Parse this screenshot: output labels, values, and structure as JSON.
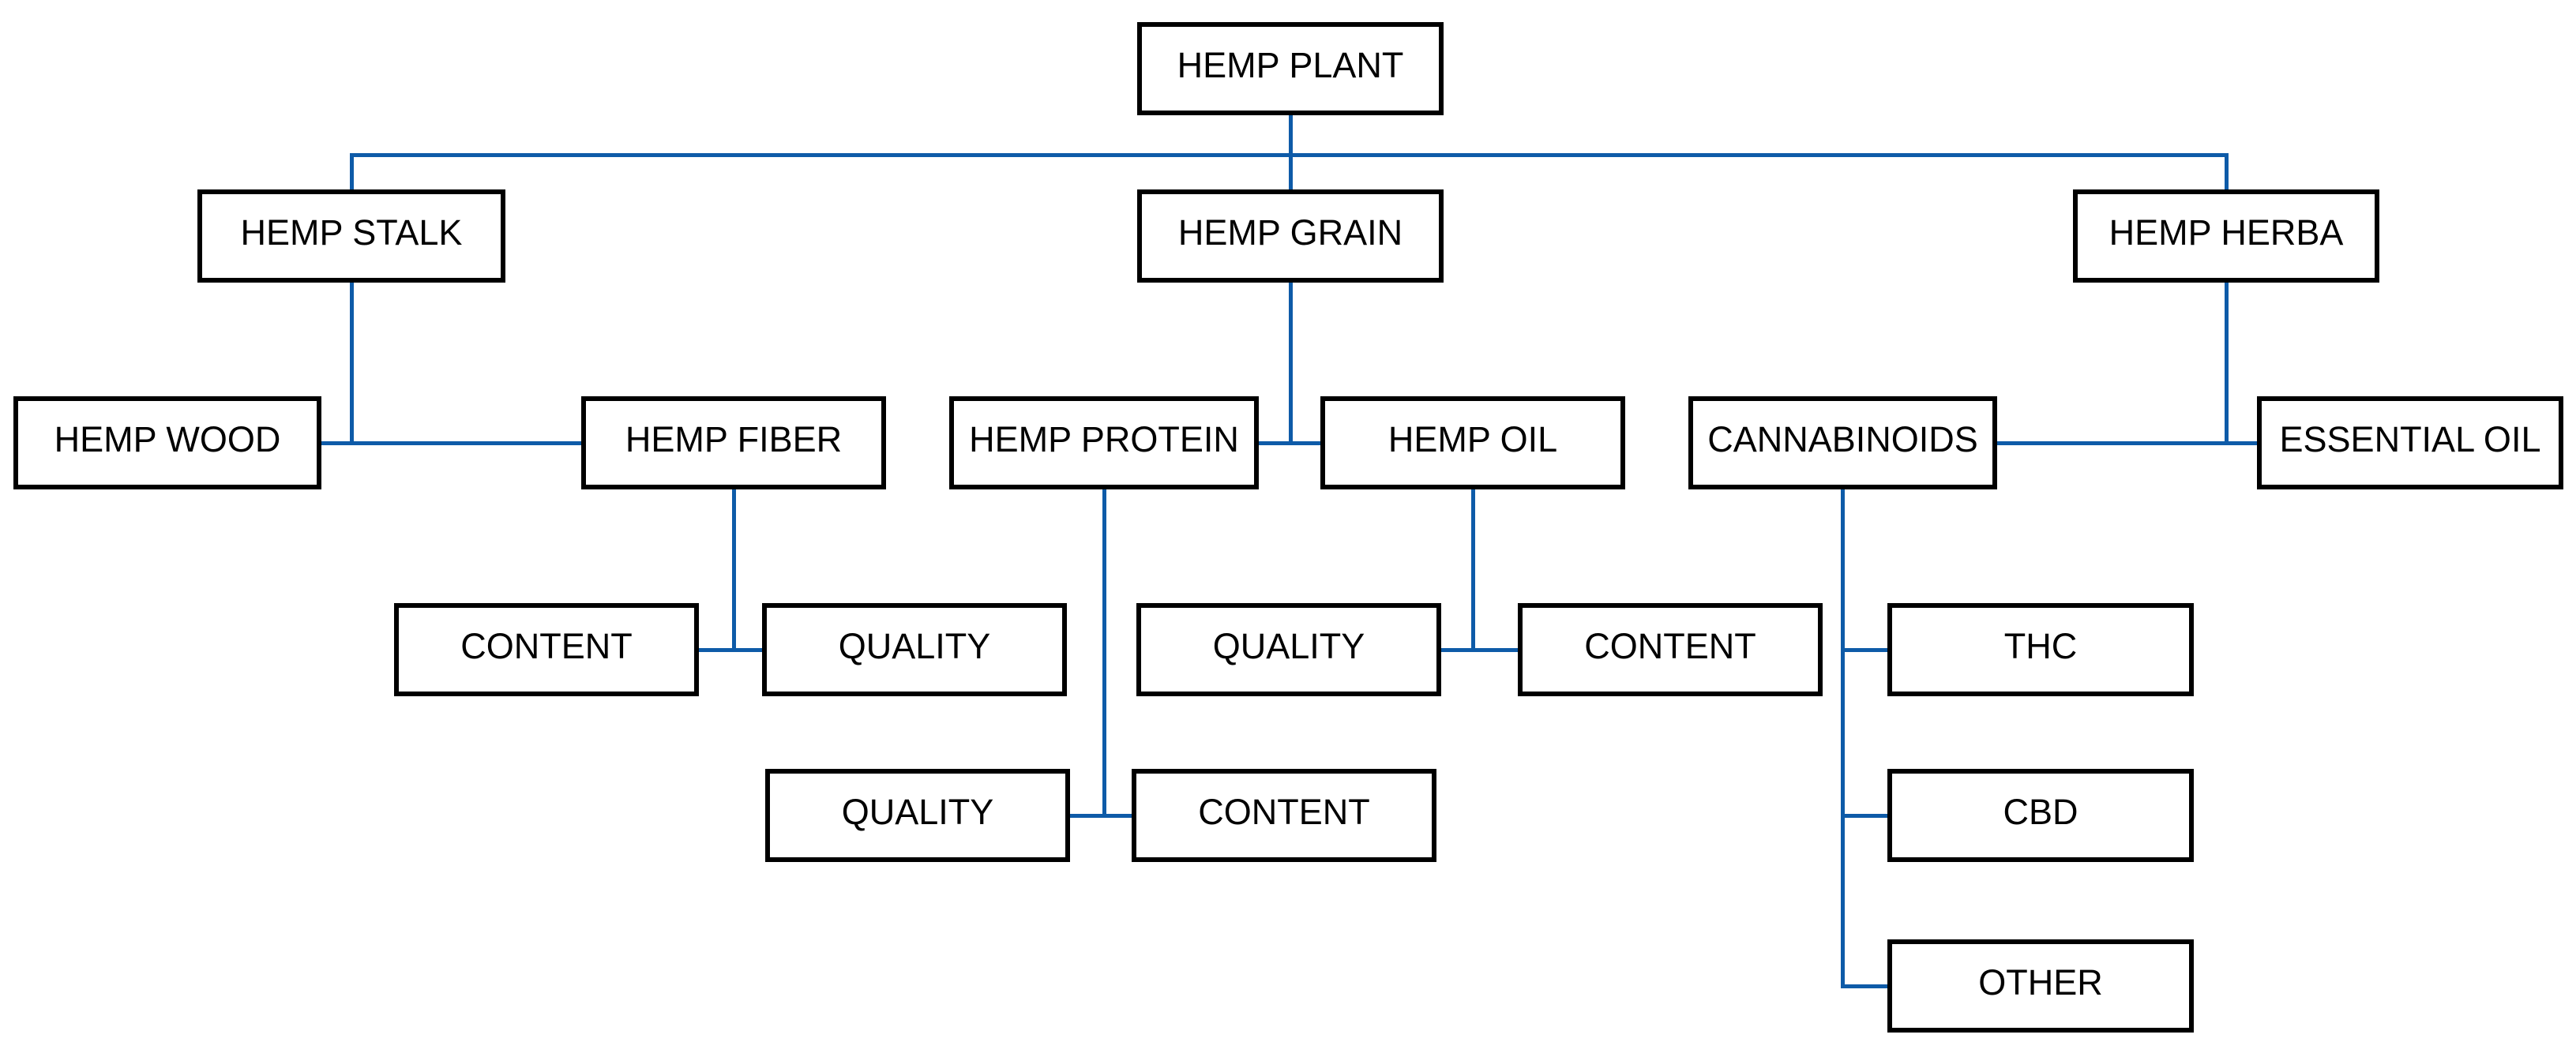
{
  "colors": {
    "connector": "#0E5BA8",
    "box_border": "#000000",
    "box_fill": "#FFFFFF",
    "text": "#000000",
    "background": "#FFFFFF"
  },
  "nodes": [
    {
      "id": "hemp-plant",
      "label": "HEMP PLANT"
    },
    {
      "id": "hemp-stalk",
      "label": "HEMP STALK"
    },
    {
      "id": "hemp-grain",
      "label": "HEMP GRAIN"
    },
    {
      "id": "hemp-herba",
      "label": "HEMP HERBA"
    },
    {
      "id": "hemp-wood",
      "label": "HEMP WOOD"
    },
    {
      "id": "hemp-fiber",
      "label": "HEMP FIBER"
    },
    {
      "id": "hemp-protein",
      "label": "HEMP PROTEIN"
    },
    {
      "id": "hemp-oil",
      "label": "HEMP OIL"
    },
    {
      "id": "cannabinoids",
      "label": "CANNABINOIDS"
    },
    {
      "id": "essential-oil",
      "label": "ESSENTIAL OIL"
    },
    {
      "id": "fiber-content",
      "label": "CONTENT"
    },
    {
      "id": "fiber-quality",
      "label": "QUALITY"
    },
    {
      "id": "oil-quality",
      "label": "QUALITY"
    },
    {
      "id": "oil-content",
      "label": "CONTENT"
    },
    {
      "id": "protein-quality",
      "label": "QUALITY"
    },
    {
      "id": "protein-content",
      "label": "CONTENT"
    },
    {
      "id": "thc",
      "label": "THC"
    },
    {
      "id": "cbd",
      "label": "CBD"
    },
    {
      "id": "other",
      "label": "OTHER"
    }
  ],
  "hierarchy": {
    "label": "HEMP PLANT",
    "children": [
      {
        "label": "HEMP STALK",
        "children": [
          {
            "label": "HEMP WOOD"
          },
          {
            "label": "HEMP FIBER",
            "children": [
              {
                "label": "CONTENT"
              },
              {
                "label": "QUALITY"
              }
            ]
          }
        ]
      },
      {
        "label": "HEMP GRAIN",
        "children": [
          {
            "label": "HEMP PROTEIN",
            "children": [
              {
                "label": "QUALITY"
              },
              {
                "label": "CONTENT"
              }
            ]
          },
          {
            "label": "HEMP OIL",
            "children": [
              {
                "label": "QUALITY"
              },
              {
                "label": "CONTENT"
              }
            ]
          }
        ]
      },
      {
        "label": "HEMP HERBA",
        "children": [
          {
            "label": "CANNABINOIDS",
            "children": [
              {
                "label": "THC"
              },
              {
                "label": "CBD"
              },
              {
                "label": "OTHER"
              }
            ]
          },
          {
            "label": "ESSENTIAL OIL"
          }
        ]
      }
    ]
  }
}
